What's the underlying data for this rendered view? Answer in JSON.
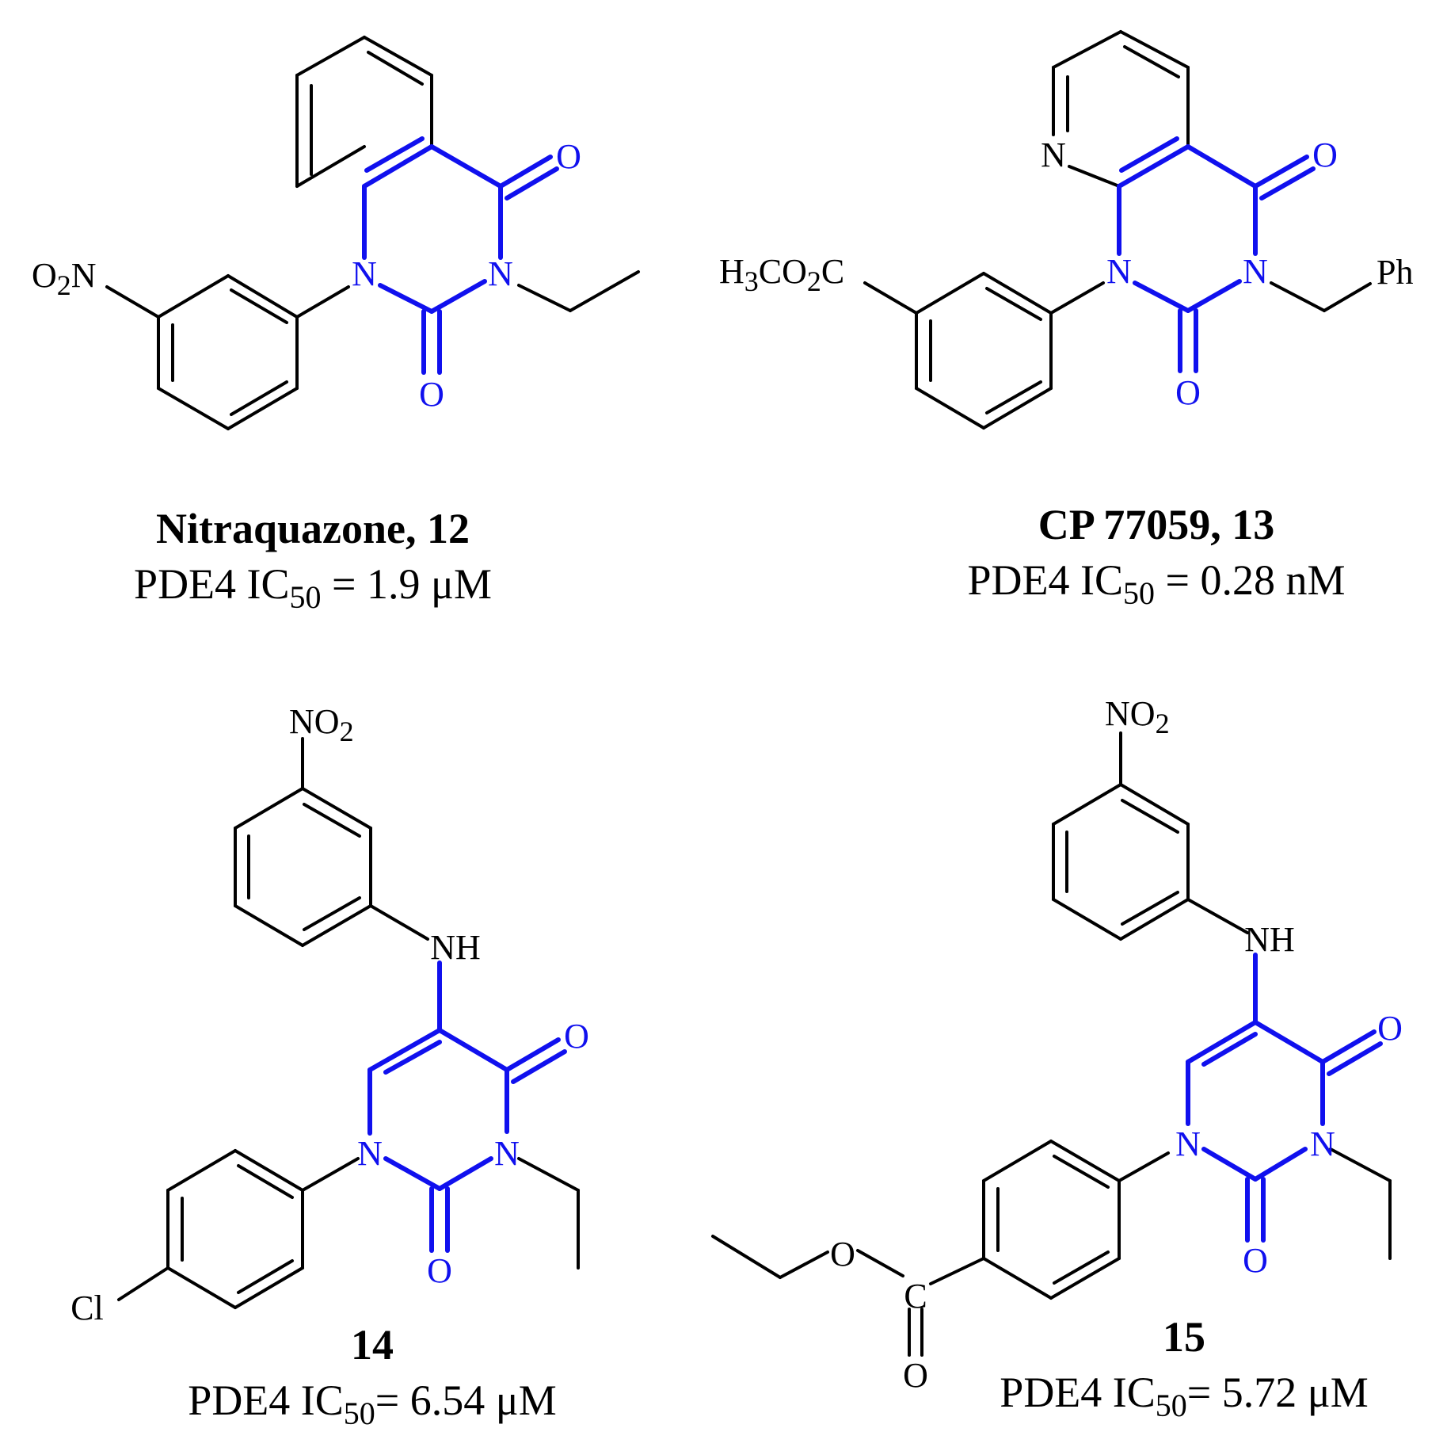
{
  "compounds": [
    {
      "name": "Nitraquazone, 12",
      "activity": {
        "prefix": "PDE4 IC",
        "subscript": "50",
        "value": " = 1.9 μM"
      },
      "atoms": {
        "o_top": "O",
        "n1": "N",
        "n3": "N",
        "o_bottom": "O",
        "nitro_o": "O",
        "nitro_sub": "2",
        "nitro_n": "N"
      }
    },
    {
      "name": "CP 77059, 13",
      "activity": {
        "prefix": "PDE4 IC",
        "subscript": "50",
        "value": " = 0.28 nM"
      },
      "atoms": {
        "pyridine_n": "N",
        "o_top": "O",
        "n1": "N",
        "n3": "N",
        "o_bottom": "O",
        "ph": "Ph",
        "ester_h": "H",
        "ester_sub1": "3",
        "ester_co": "CO",
        "ester_sub2": "2",
        "ester_c": "C"
      }
    },
    {
      "name": "14",
      "activity": {
        "prefix": "PDE4 IC",
        "subscript": "50",
        "value": "= 6.54 μM"
      },
      "atoms": {
        "nitro_no": "NO",
        "nitro_sub": "2",
        "nh": "NH",
        "o_top": "O",
        "n1": "N",
        "n3": "N",
        "o_bottom": "O",
        "cl": "Cl"
      }
    },
    {
      "name": "15",
      "activity": {
        "prefix": "PDE4 IC",
        "subscript": "50",
        "value": "= 5.72 μM"
      },
      "atoms": {
        "nitro_no": "NO",
        "nitro_sub": "2",
        "nh": "NH",
        "o_top": "O",
        "n1": "N",
        "n3": "N",
        "o_bottom": "O",
        "ester_o": "O",
        "ester_c": "C",
        "ester_o2": "O"
      }
    }
  ],
  "colors": {
    "highlight": "#1010ee",
    "bond": "#000000"
  }
}
